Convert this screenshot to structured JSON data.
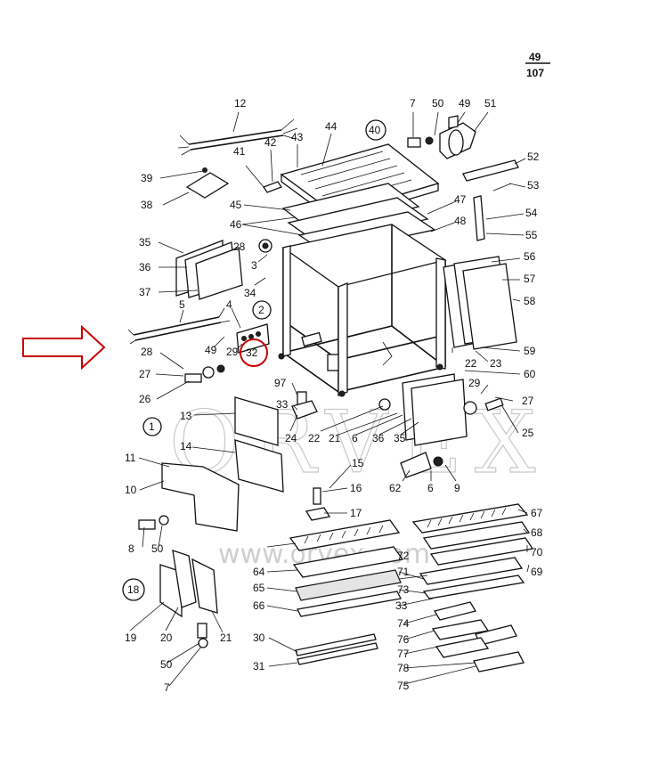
{
  "page_ref": {
    "top": "49",
    "bottom": "107"
  },
  "watermark": {
    "brand": "ORVEX",
    "url": "www.orvex.com"
  },
  "group_circles": [
    "40",
    "2",
    "1",
    "18"
  ],
  "highlight": {
    "label": "32",
    "color": "#cc0000"
  },
  "arrow": {
    "color": "#cc0000"
  },
  "callouts": {
    "c12": "12",
    "c7": "7",
    "c50": "50",
    "c49": "49",
    "c51": "51",
    "c52": "52",
    "c53": "53",
    "c54": "54",
    "c55": "55",
    "c39": "39",
    "c41": "41",
    "c42": "42",
    "c43": "43",
    "c44": "44",
    "c38": "38",
    "c45": "45",
    "c46": "46",
    "c47": "47",
    "c48": "48",
    "c35": "35",
    "c36": "36",
    "c37": "37",
    "c28a": "28",
    "c3": "3",
    "c34": "34",
    "c56": "56",
    "c57": "57",
    "c58": "58",
    "c59": "59",
    "c5": "5",
    "c4": "4",
    "c49b": "49",
    "c29": "29",
    "c28b": "28",
    "c27": "27",
    "c26": "26",
    "c22": "22",
    "c23": "23",
    "c60": "60",
    "c97": "97",
    "c33": "33",
    "c29b": "29",
    "c27b": "27",
    "c25": "25",
    "c13": "13",
    "c24": "24",
    "c22b": "22",
    "c21": "21",
    "c6": "6",
    "c36b": "36",
    "c35b": "35",
    "c14": "14",
    "c11": "11",
    "c15": "15",
    "c10": "10",
    "c62": "62",
    "c6b": "6",
    "c9": "9",
    "c16": "16",
    "c17": "17",
    "c67": "67",
    "c68": "68",
    "c70": "70",
    "c69": "69",
    "c8": "8",
    "c50b": "50",
    "c64": "64",
    "c71": "71",
    "c72": "72",
    "c65": "65",
    "c73": "73",
    "c66": "66",
    "c33b": "33",
    "c74": "74",
    "c76": "76",
    "c77": "77",
    "c78": "78",
    "c75": "75",
    "c19": "19",
    "c20": "20",
    "c21b": "21",
    "c50c": "50",
    "c7b": "7",
    "c30": "30",
    "c31": "31"
  }
}
